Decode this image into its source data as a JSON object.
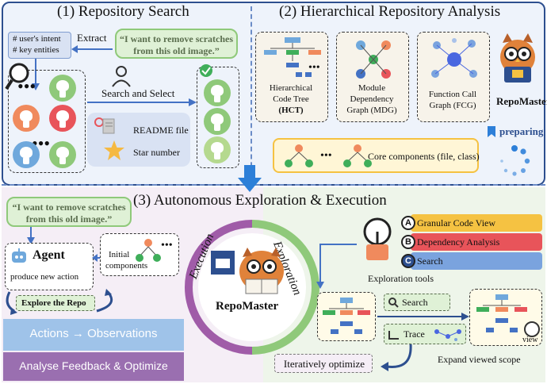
{
  "section1": {
    "title": "(1) Repository  Search",
    "intent_line1": "# user's intent",
    "intent_line2": "# key entities",
    "extract_label": "Extract",
    "quote_line1": "“I want to remove scratches",
    "quote_line2": "from this old image.”",
    "search_select_label": "Search and Select",
    "readme_label": "README file",
    "star_label": "Star number",
    "dots": "•••"
  },
  "section2": {
    "title": "(2) Hierarchical Repository Analysis",
    "hct_line1": "Hierarchical",
    "hct_line2": "Code Tree",
    "hct_abbr": "(HCT)",
    "mdg_line1": "Module",
    "mdg_line2": "Dependency",
    "mdg_line3": "Graph (MDG)",
    "fcg_line1": "Function Call",
    "fcg_line2": "Graph (FCG)",
    "core_label": "Core components (file, class)",
    "repomaster_label": "RepoMaster",
    "preparing_label": "preparing",
    "dots": "•••"
  },
  "section3": {
    "title": "(3) Autonomous Exploration & Execution",
    "quote_line1": "“I want to remove scratches",
    "quote_line2": "from this old image.”",
    "agent_label": "Agent",
    "produce_label": "produce new action",
    "initial_line1": "Initial",
    "initial_line2": "components",
    "explore_label": "Explore the Repo",
    "actions_label": "Actions → Observations",
    "analyse_label": "Analyse Feedback & Optimize",
    "execution_label": "Execution",
    "exploration_label": "Exploration",
    "repomaster_label": "RepoMaster",
    "tool_a": "Granular Code View",
    "tool_b": "Dependency Analysis",
    "tool_c": "Search",
    "letter_a": "A",
    "letter_b": "B",
    "letter_c": "C",
    "exploration_tools_label": "Exploration tools",
    "search_label": "Search",
    "trace_label": "Trace",
    "view_label": "view",
    "iterative_label": "Iteratively optimize",
    "expand_label": "Expand viewed scope",
    "dots": "•••"
  },
  "colors": {
    "blue_border": "#2d4f8f",
    "green_bubble": "#dff1d6",
    "tool_a": "#f5c242",
    "tool_b": "#e8545a",
    "tool_c": "#7aa3de",
    "purple_ring": "#a05ca8",
    "green_ring": "#8fc97a"
  }
}
